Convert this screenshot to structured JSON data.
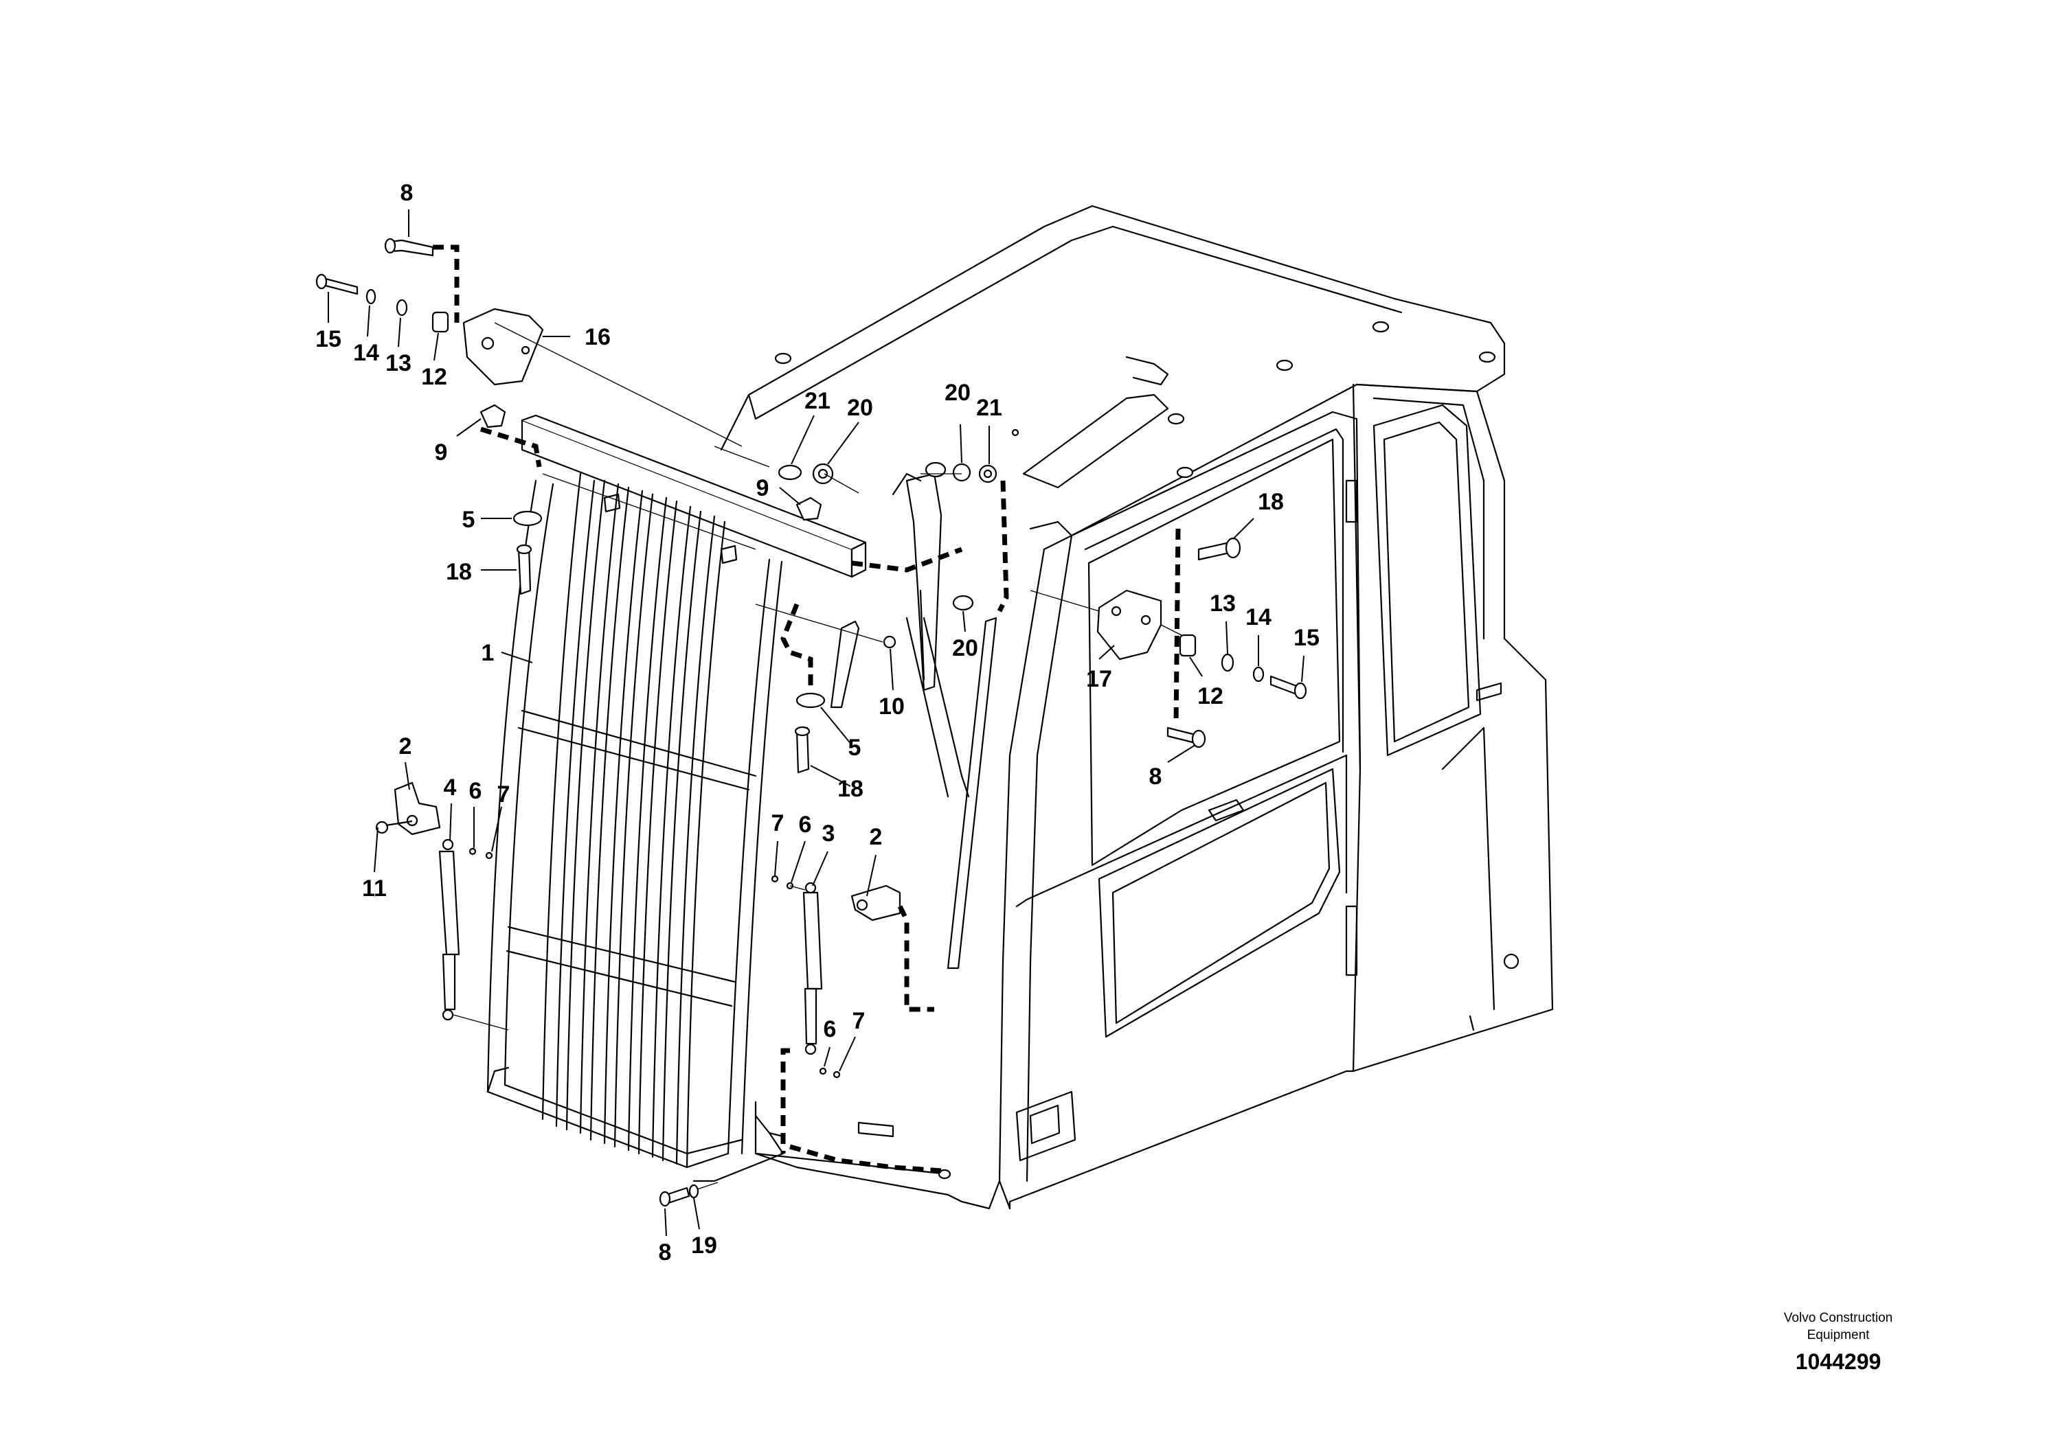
{
  "diagram": {
    "callouts": [
      {
        "label": "8"
      },
      {
        "label": "15"
      },
      {
        "label": "14"
      },
      {
        "label": "13"
      },
      {
        "label": "12"
      },
      {
        "label": "16"
      },
      {
        "label": "9"
      },
      {
        "label": "5"
      },
      {
        "label": "18"
      },
      {
        "label": "1"
      },
      {
        "label": "2"
      },
      {
        "label": "4"
      },
      {
        "label": "6"
      },
      {
        "label": "7"
      },
      {
        "label": "11"
      },
      {
        "label": "21"
      },
      {
        "label": "20"
      },
      {
        "label": "9"
      },
      {
        "label": "20"
      },
      {
        "label": "21"
      },
      {
        "label": "20"
      },
      {
        "label": "10"
      },
      {
        "label": "5"
      },
      {
        "label": "18"
      },
      {
        "label": "7"
      },
      {
        "label": "6"
      },
      {
        "label": "3"
      },
      {
        "label": "2"
      },
      {
        "label": "6"
      },
      {
        "label": "7"
      },
      {
        "label": "8"
      },
      {
        "label": "19"
      },
      {
        "label": "18"
      },
      {
        "label": "13"
      },
      {
        "label": "14"
      },
      {
        "label": "15"
      },
      {
        "label": "17"
      },
      {
        "label": "12"
      },
      {
        "label": "8"
      }
    ]
  },
  "footer": {
    "company_line1": "Volvo Construction",
    "company_line2": "Equipment",
    "document_number": "1044299"
  }
}
